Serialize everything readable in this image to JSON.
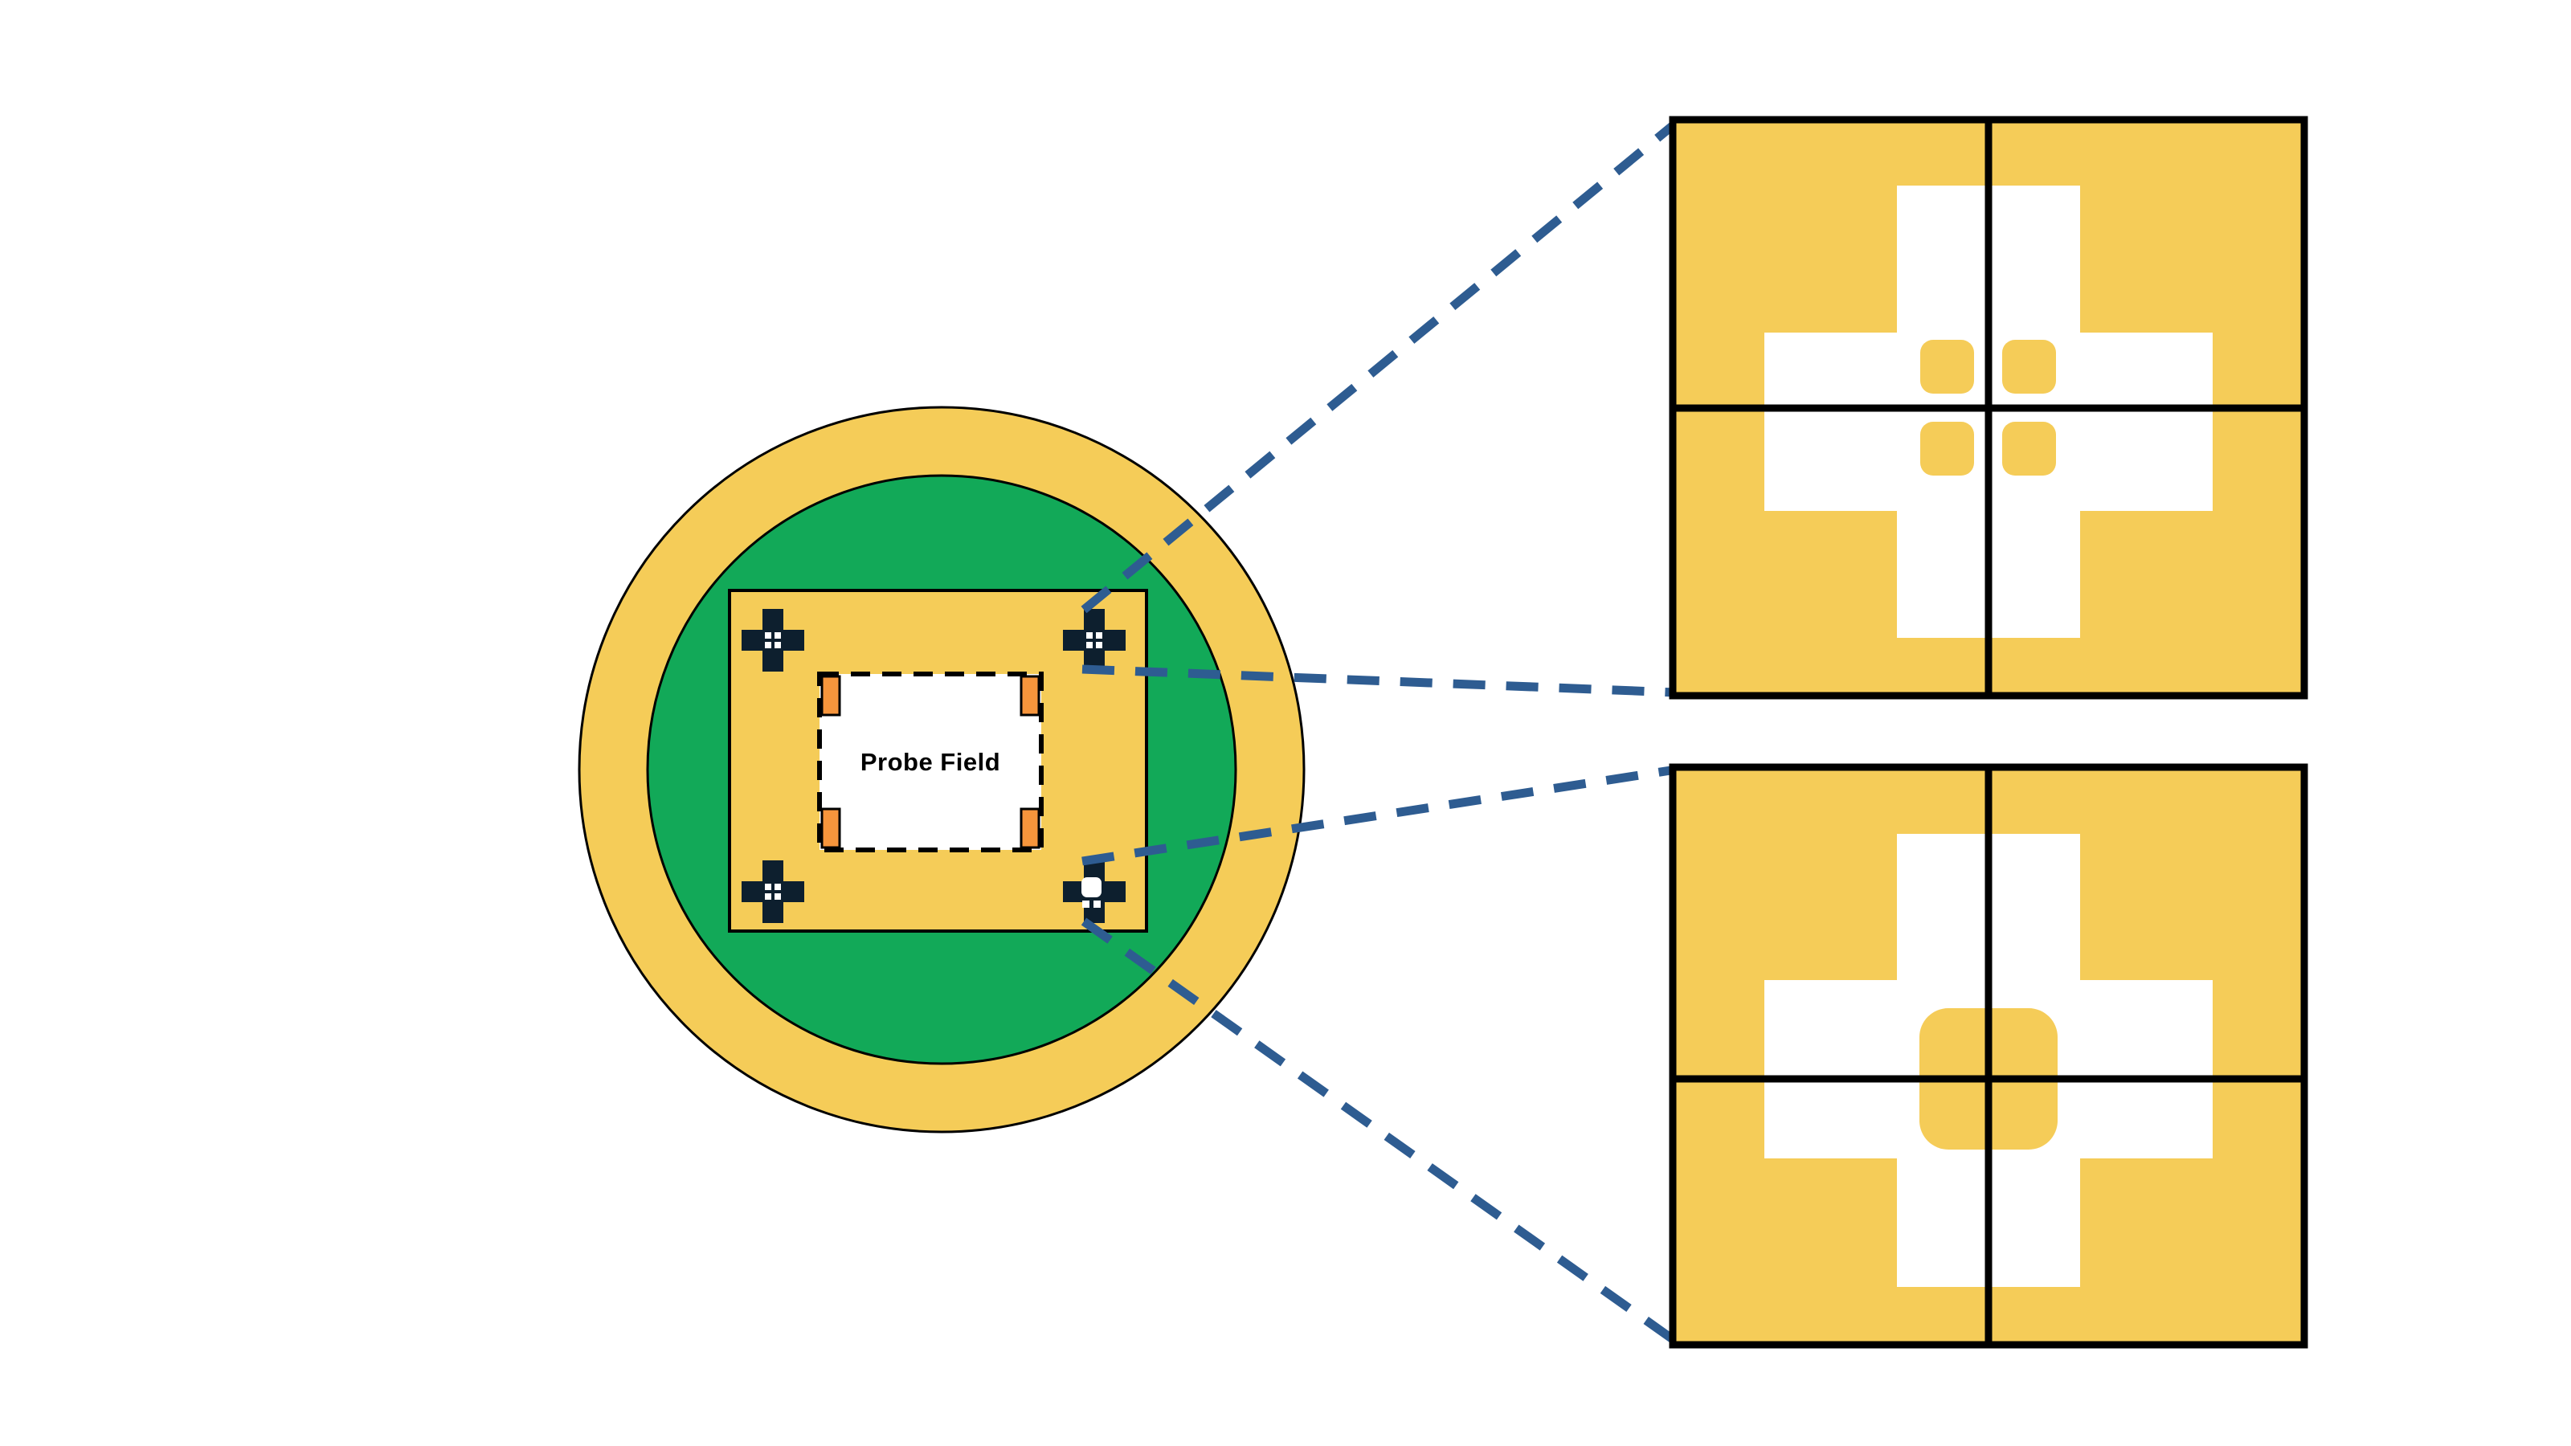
{
  "wafer": {
    "probe_field_label": "Probe Field",
    "alignment_markers": [
      {
        "position": "top-left",
        "pad_layout": "four-small-pads"
      },
      {
        "position": "top-right",
        "pad_layout": "four-small-pads"
      },
      {
        "position": "bottom-left",
        "pad_layout": "four-small-pads"
      },
      {
        "position": "bottom-right",
        "pad_layout": "single-merged-pad"
      }
    ]
  },
  "zoom_views": {
    "top": {
      "pad_layout": "four-small-pads"
    },
    "bottom": {
      "pad_layout": "single-merged-pad"
    }
  },
  "colors": {
    "gold": "#F5CC58",
    "green": "#12A958",
    "navy": "#0D1F2E",
    "orange": "#F6953C",
    "connector": "#2E5C91",
    "black": "#000000",
    "white": "#FFFFFF"
  }
}
